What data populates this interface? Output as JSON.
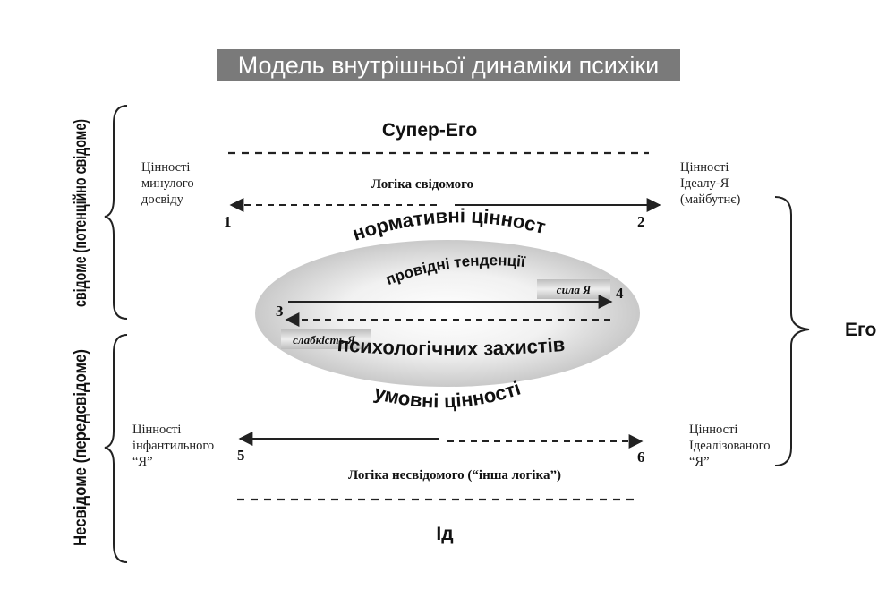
{
  "title": "Модель внутрішньої динаміки психіки",
  "super_ego": "Супер-Его",
  "id": "Ід",
  "ego": "Его",
  "conscious_label": "свідоме (потенційно свідоме)",
  "unconscious_label": "Несвідоме (передсвідоме)",
  "values_past": [
    "Цінності",
    "минулого",
    "досвіду"
  ],
  "values_ideal_self": [
    "Цінності",
    "Ідеалу-Я",
    "(майбутнє)"
  ],
  "values_infantile": [
    "Цінності",
    "інфантильного",
    "“Я”"
  ],
  "values_idealized": [
    "Цінності",
    "Ідеалізованого",
    "“Я”"
  ],
  "logic_conscious": "Логіка свідомого",
  "logic_unconscious": "Логіка несвідомого (“інша логіка”)",
  "normative_values": "нормативні цінності",
  "leading_tendencies": "провідні тенденції",
  "psych_defenses": "психологічних захистів",
  "conditional_values": "умовні цінності",
  "strength_self": "сила Я",
  "weakness_self": "слабкість Я",
  "numbers": [
    "1",
    "2",
    "3",
    "4",
    "5",
    "6"
  ],
  "colors": {
    "title_bg": "#7a7a7a",
    "ink": "#222222",
    "ellipse_center": "#ffffff",
    "ellipse_edge": "#c9c9c9",
    "tag_bg": "#d2d2d2"
  }
}
